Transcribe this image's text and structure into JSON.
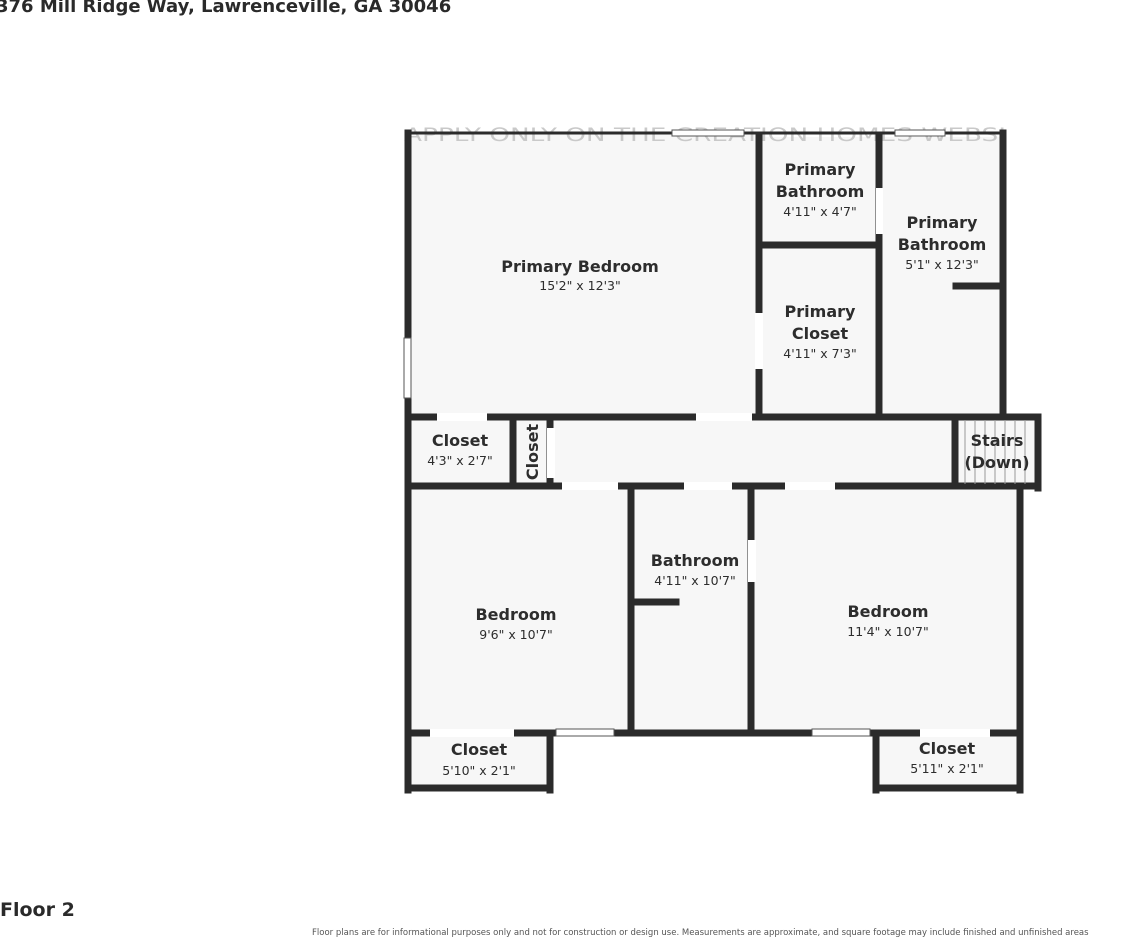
{
  "address": "376 Mill Ridge Way, Lawrenceville, GA 30046",
  "watermark": "APPLY ONLY ON THE CREATION HOMES WEBSI",
  "floor": "Floor 2",
  "disclaimer": "Floor plans are for informational purposes only and not for construction or design use. Measurements are approximate, and square footage may include finished and unfinished areas",
  "rooms": {
    "primary_bedroom": {
      "name": "Primary Bedroom",
      "dim": "15'2\" x 12'3\""
    },
    "primary_bathroom_small": {
      "name_1": "Primary",
      "name_2": "Bathroom",
      "dim": "4'11\" x 4'7\""
    },
    "primary_bathroom_large": {
      "name_1": "Primary",
      "name_2": "Bathroom",
      "dim": "5'1\" x 12'3\""
    },
    "primary_closet": {
      "name_1": "Primary",
      "name_2": "Closet",
      "dim": "4'11\" x 7'3\""
    },
    "hall_closet_left": {
      "name": "Closet",
      "dim": "4'3\" x 2'7\""
    },
    "hall_closet_small": {
      "name": "Closet"
    },
    "stairs": {
      "name_1": "Stairs",
      "name_2": "(Down)"
    },
    "bathroom": {
      "name": "Bathroom",
      "dim": "4'11\" x 10'7\""
    },
    "bedroom_left": {
      "name": "Bedroom",
      "dim": "9'6\" x 10'7\""
    },
    "bedroom_right": {
      "name": "Bedroom",
      "dim": "11'4\" x 10'7\""
    },
    "closet_bottom_left": {
      "name": "Closet",
      "dim": "5'10\" x 2'1\""
    },
    "closet_bottom_right": {
      "name": "Closet",
      "dim": "5'11\" x 2'1\""
    }
  }
}
